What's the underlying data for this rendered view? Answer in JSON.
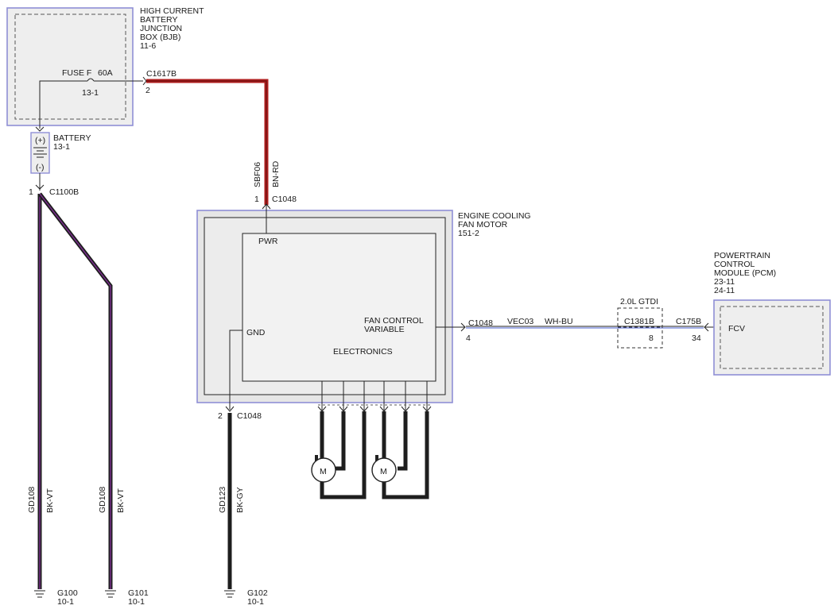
{
  "bjb": {
    "title_lines": [
      "HIGH CURRENT",
      "BATTERY",
      "JUNCTION",
      "BOX (BJB)",
      "11-6"
    ],
    "fuse_label": "FUSE F",
    "fuse_rating": "60A",
    "fuse_ref": "13-1",
    "connector": "C1617B",
    "pin": "2"
  },
  "battery": {
    "title": "BATTERY",
    "ref": "13-1",
    "pos": "(+)",
    "neg": "(-)",
    "connector": "C1100B",
    "pin": "1"
  },
  "power_wire": {
    "circuit": "SBF06",
    "color": "BN-RD"
  },
  "fan_motor": {
    "title_lines": [
      "ENGINE COOLING",
      "FAN MOTOR",
      "151-2"
    ],
    "connector": "C1048",
    "pin_pwr": "1",
    "pin_gnd": "2",
    "pin_ctrl": "4",
    "pwr_label": "PWR",
    "gnd_label": "GND",
    "fan_control_lines": [
      "FAN CONTROL",
      "VARIABLE"
    ],
    "electronics_label": "ELECTRONICS",
    "motor_symbol": "M"
  },
  "signal_wire": {
    "circuit": "VEC03",
    "color": "WH-BU"
  },
  "inline_connector": {
    "variant": "2.0L GTDI",
    "connector": "C1381B",
    "pin": "8"
  },
  "pcm": {
    "title_lines": [
      "POWERTRAIN",
      "CONTROL",
      "MODULE (PCM)",
      "23-11",
      "24-11"
    ],
    "connector": "C175B",
    "pin": "34",
    "signal": "FCV"
  },
  "grounds": [
    {
      "circuit": "GD108",
      "color": "BK-VT",
      "ground": "G100",
      "ref": "10-1"
    },
    {
      "circuit": "GD108",
      "color": "BK-VT",
      "ground": "G101",
      "ref": "10-1"
    },
    {
      "circuit": "GD123",
      "color": "BK-GY",
      "ground": "G102",
      "ref": "10-1"
    }
  ],
  "colors": {
    "module_border": "#8f8fd6",
    "red_wire": "#b01e1e",
    "violet_tracer": "#7b2d8f"
  }
}
